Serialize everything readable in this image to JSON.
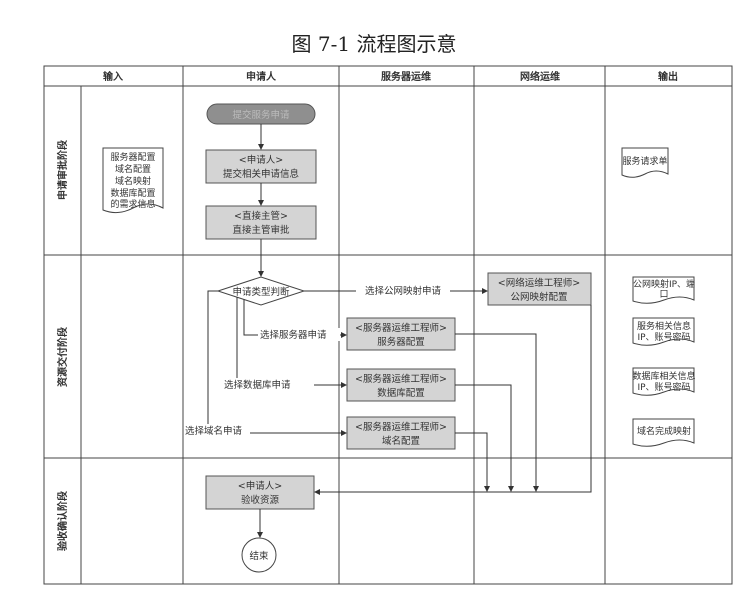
{
  "figure_title": "图 7-1  流程图示意",
  "columns": [
    "输入",
    "申请人",
    "服务器运维",
    "网络运维",
    "输出"
  ],
  "phases": [
    "申请审批阶段",
    "资源交付阶段",
    "验收确认阶段"
  ],
  "input_doc": [
    "服务器配置",
    "域名配置",
    "域名映射",
    "数据库配置",
    "的需求信息"
  ],
  "start_node": "提交服务申请",
  "steps": {
    "submit_info": {
      "role": "<申请人>",
      "action": "提交相关申请信息"
    },
    "manager_approve": {
      "role": "<直接主管>",
      "action": "直接主管审批"
    },
    "decision": "申请类型判断",
    "network_config": {
      "role": "<网络运维工程师>",
      "action": "公网映射配置"
    },
    "server_config": {
      "role": "<服务器运维工程师>",
      "action": "服务器配置"
    },
    "db_config": {
      "role": "<服务器运维工程师>",
      "action": "数据库配置"
    },
    "domain_config": {
      "role": "<服务器运维工程师>",
      "action": "域名配置"
    },
    "accept": {
      "role": "<申请人>",
      "action": "验收资源"
    },
    "end_node": "结束"
  },
  "branch_labels": {
    "public_mapping": "选择公网映射申请",
    "server": "选择服务器申请",
    "database": "选择数据库申请",
    "domain": "选择域名申请"
  },
  "outputs": {
    "service_request": [
      "服务请求单"
    ],
    "public_ip": [
      "公网映射IP、端",
      "口"
    ],
    "server_info": [
      "服务相关信息",
      "IP、账号密码"
    ],
    "db_info": [
      "数据库相关信息",
      "IP、账号密码"
    ],
    "domain_done": [
      "域名完成映射"
    ]
  },
  "colors": {
    "box_fill": "#d4d4d4",
    "start_fill": "#8f8f8f",
    "line": "#333333"
  }
}
